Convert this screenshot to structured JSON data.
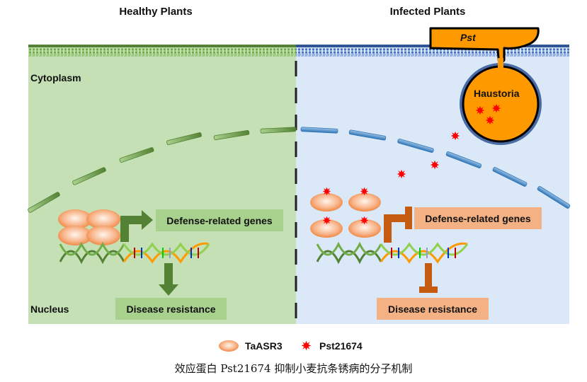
{
  "panels": {
    "healthy": {
      "title": "Healthy Plants",
      "cytoplasm_label": "Cytoplasm",
      "nucleus_label": "Nucleus",
      "gene_box": "Defense-related genes",
      "outcome_box": "Disease resistance",
      "effect": "activation"
    },
    "infected": {
      "title": "Infected Plants",
      "pathogen_label": "Pst",
      "haustoria_label": "Haustoria",
      "gene_box": "Defense-related genes",
      "outcome_box": "Disease resistance",
      "effect": "inhibition"
    }
  },
  "legend": {
    "items": [
      {
        "icon": "ellipse-protein-icon",
        "label": "TaASR3"
      },
      {
        "icon": "red-star-effector-icon",
        "label": "Pst21674"
      }
    ]
  },
  "caption": "效应蛋白 Pst21674 抑制小麦抗条锈病的分子机制",
  "colors": {
    "healthy_bg": "#c5e0b4",
    "healthy_box": "#a9d18e",
    "healthy_arrow": "#548235",
    "infected_bg": "#dae8f7",
    "infected_box": "#f4b183",
    "infected_bar": "#c55a11",
    "pathogen": "#ff9900",
    "effector": "#ff0000",
    "protein": "#f4a070"
  }
}
